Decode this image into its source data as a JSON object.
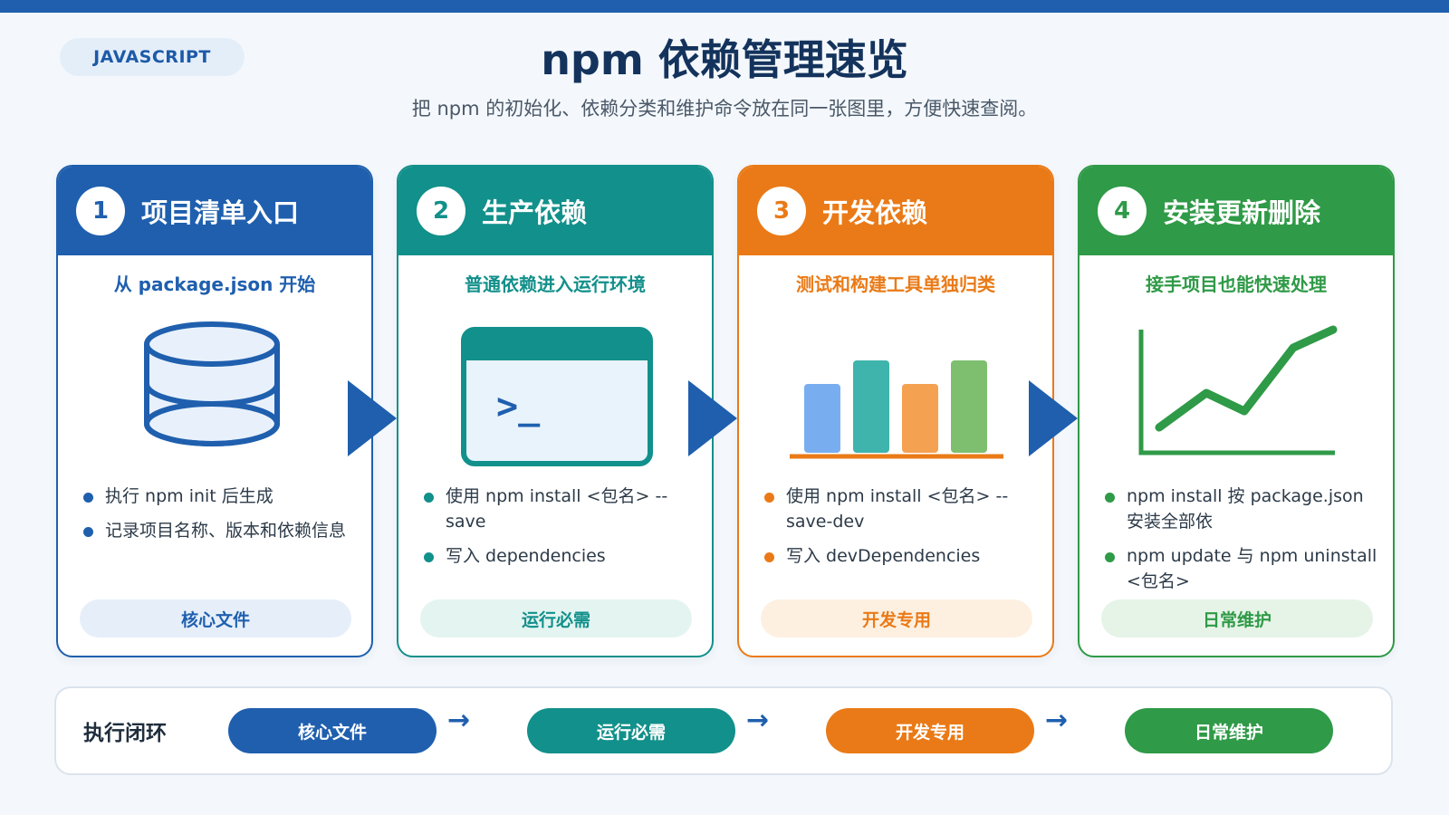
{
  "tag": "JAVASCRIPT",
  "title": "npm 依赖管理速览",
  "subtitle": "把 npm 的初始化、依赖分类和维护命令放在同一张图里，方便快速查阅。",
  "colors": {
    "blue": "#1f5fae",
    "teal": "#12908b",
    "orange": "#ea7a17",
    "green": "#2f9a47"
  },
  "cards": [
    {
      "number": "1",
      "title": "项目清单入口",
      "subtitle": "从 package.json 开始",
      "icon": "database-icon",
      "bullets": [
        "执行 npm init 后生成",
        "记录项目名称、版本和依赖信息"
      ],
      "pill": "核心文件"
    },
    {
      "number": "2",
      "title": "生产依赖",
      "subtitle": "普通依赖进入运行环境",
      "icon": "terminal-icon",
      "terminal_prompt": ">_",
      "bullets": [
        "使用 npm install <包名> --save",
        "写入 dependencies"
      ],
      "pill": "运行必需"
    },
    {
      "number": "3",
      "title": "开发依赖",
      "subtitle": "测试和构建工具单独归类",
      "icon": "bar-chart-icon",
      "bullets": [
        "使用 npm install <包名> --save-dev",
        "写入 devDependencies"
      ],
      "pill": "开发专用"
    },
    {
      "number": "4",
      "title": "安装更新删除",
      "subtitle": "接手项目也能快速处理",
      "icon": "line-chart-icon",
      "bullets": [
        "npm install 按 package.json 安装全部依",
        "npm update 与 npm uninstall <包名>"
      ],
      "pill": "日常维护"
    }
  ],
  "flow": {
    "label": "执行闭环",
    "steps": [
      "核心文件",
      "运行必需",
      "开发专用",
      "日常维护"
    ],
    "arrow": "→"
  }
}
